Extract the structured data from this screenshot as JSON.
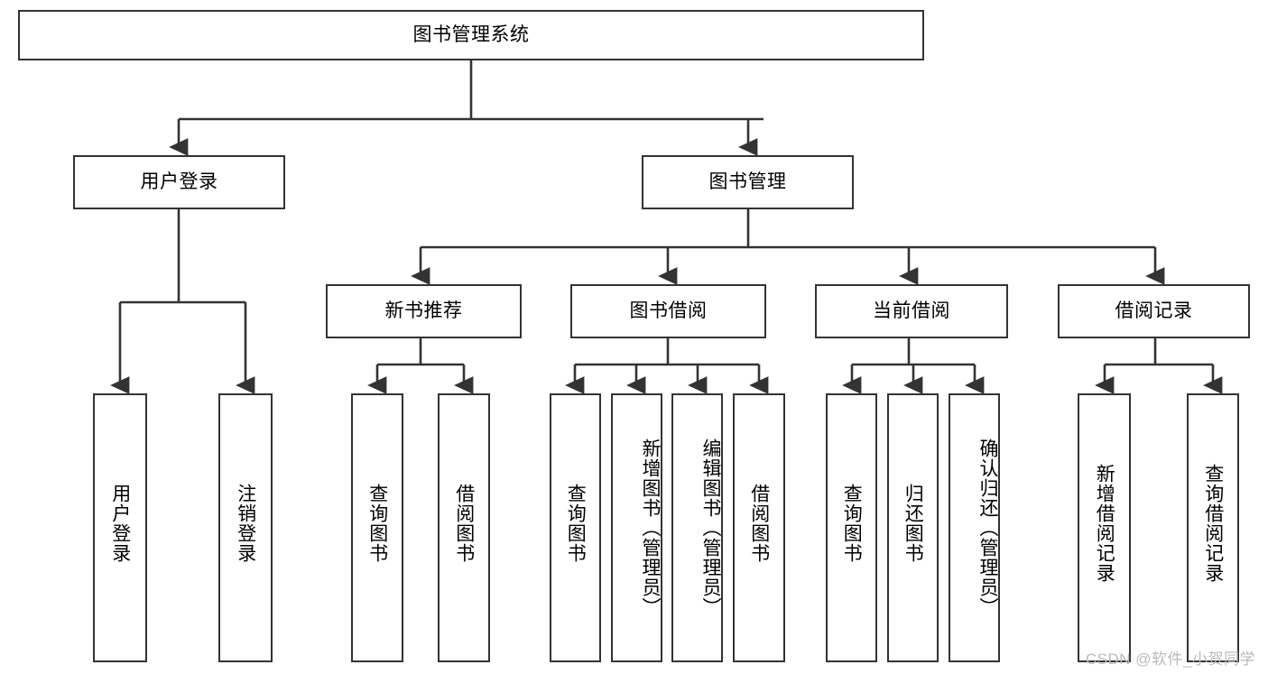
{
  "diagram": {
    "title": "图书管理系统",
    "type": "hierarchy-tree",
    "watermark": "CSDN @软件_小贺同学",
    "colors": {
      "stroke": "#333333",
      "fill": "#ffffff",
      "text": "#000000",
      "watermark": "#b9b9b9"
    },
    "levels": {
      "root": {
        "label": "图书管理系统"
      },
      "level2": [
        {
          "id": "user-login",
          "label": "用户登录"
        },
        {
          "id": "book-manage",
          "label": "图书管理"
        }
      ],
      "level3": [
        {
          "id": "new-book-recommend",
          "label": "新书推荐"
        },
        {
          "id": "book-borrow",
          "label": "图书借阅"
        },
        {
          "id": "current-borrow",
          "label": "当前借阅"
        },
        {
          "id": "borrow-record",
          "label": "借阅记录"
        }
      ],
      "leaves": {
        "user_login": [
          {
            "id": "leaf-user-login",
            "label": "用户登录"
          },
          {
            "id": "leaf-logout-login",
            "label": "注销登录"
          }
        ],
        "new_book_recommend": [
          {
            "id": "leaf-query-book-1",
            "label": "查询图书"
          },
          {
            "id": "leaf-borrow-book-1",
            "label": "借阅图书"
          }
        ],
        "book_borrow": [
          {
            "id": "leaf-query-book-2",
            "label": "查询图书"
          },
          {
            "id": "leaf-add-book-admin",
            "label": "新增图书（管理员）"
          },
          {
            "id": "leaf-edit-book-admin",
            "label": "编辑图书（管理员）"
          },
          {
            "id": "leaf-borrow-book-2",
            "label": "借阅图书"
          }
        ],
        "current_borrow": [
          {
            "id": "leaf-query-book-3",
            "label": "查询图书"
          },
          {
            "id": "leaf-return-book",
            "label": "归还图书"
          },
          {
            "id": "leaf-confirm-return-admin",
            "label": "确认归还（管理员）"
          }
        ],
        "borrow_record": [
          {
            "id": "leaf-add-borrow-record",
            "label": "新增借阅记录"
          },
          {
            "id": "leaf-query-borrow-record",
            "label": "查询借阅记录"
          }
        ]
      }
    }
  }
}
